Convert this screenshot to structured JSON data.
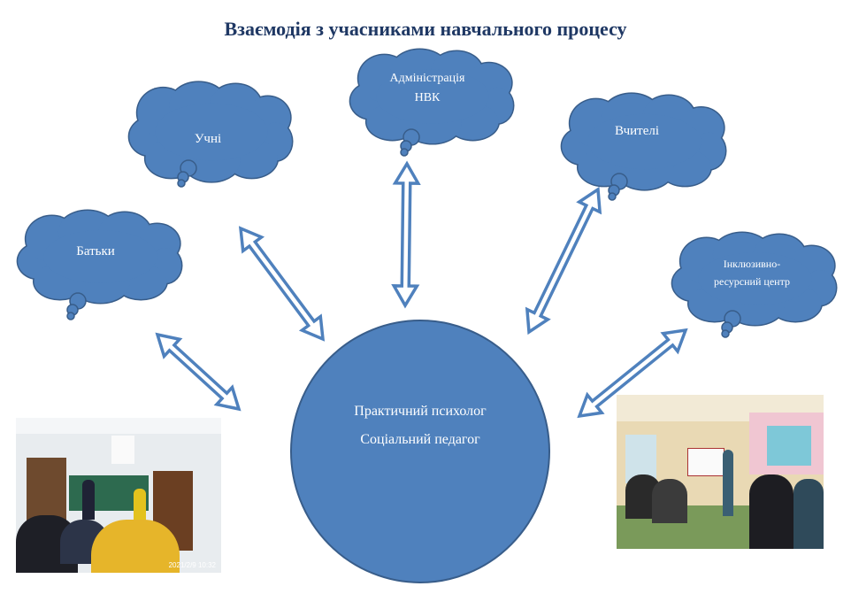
{
  "title": "Взаємодія з учасниками навчального процесу",
  "center": {
    "line1": "Практичний психолог",
    "line2": "Соціальний педагог"
  },
  "clouds": {
    "students": "Учні",
    "admin_line1": "Адміністрація",
    "admin_line2": "НВК",
    "teachers": "Вчителі",
    "parents": "Батьки",
    "irc_line1": "Інклюзивно-",
    "irc_line2": "ресурсний центр"
  },
  "photos": {
    "left_timestamp": "2021/2/9  10:32"
  },
  "colors": {
    "fill": "#4f81bd",
    "stroke": "#385d8a",
    "title": "#1f3864"
  }
}
